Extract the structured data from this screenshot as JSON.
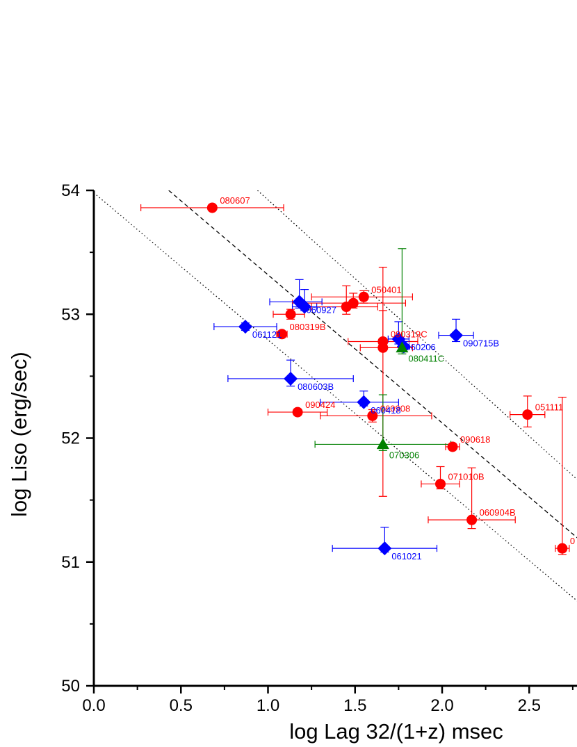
{
  "chart_data": {
    "type": "scatter",
    "xlabel": "log Lag 32/(1+z)  msec",
    "ylabel": "log Liso (erg/sec)",
    "xlim": [
      0.0,
      2.78
    ],
    "ylim": [
      50,
      54
    ],
    "x_ticks": [
      "0.0",
      "0.5",
      "1.0",
      "1.5",
      "2.0",
      "2.5"
    ],
    "y_ticks": [
      "50",
      "51",
      "52",
      "53",
      "54"
    ],
    "grid": false,
    "legend": "none",
    "reference_lines": [
      {
        "style": "dashed",
        "x1": 0.43,
        "y1": 54.0,
        "x2": 2.78,
        "y2": 51.19
      },
      {
        "style": "dotted",
        "x1": 0.0,
        "y1": 53.98,
        "x2": 2.78,
        "y2": 50.68
      },
      {
        "style": "dotted",
        "x1": 0.94,
        "y1": 54.0,
        "x2": 2.78,
        "y2": 51.66
      }
    ],
    "series": [
      {
        "color": "#ff0000",
        "marker": "circle",
        "points": [
          {
            "label": "080607",
            "x": 0.68,
            "y": 53.86,
            "xerr": [
              0.41,
              0.41
            ],
            "yerr": [
              0.02,
              0.02
            ]
          },
          {
            "label": "050401",
            "x": 1.55,
            "y": 53.14,
            "xerr": [
              0.3,
              0.28
            ],
            "yerr": [
              0.05,
              0.05
            ]
          },
          {
            "label": "",
            "x": 1.49,
            "y": 53.09,
            "xerr": [
              0.35,
              0.3
            ],
            "yerr": [
              0.04,
              0.08
            ]
          },
          {
            "label": "",
            "x": 1.45,
            "y": 53.06,
            "xerr": [
              0.2,
              0.18
            ],
            "yerr": [
              0.06,
              0.17
            ]
          },
          {
            "label": "",
            "x": 1.13,
            "y": 53.0,
            "xerr": [
              0.1,
              0.08
            ],
            "yerr": [
              0.04,
              0.04
            ]
          },
          {
            "label": "080319B",
            "x": 1.08,
            "y": 52.84,
            "xerr": [
              0.03,
              0.03
            ],
            "yerr": [
              0.02,
              0.02
            ]
          },
          {
            "label": "090319C",
            "x": 1.66,
            "y": 52.78,
            "xerr": [
              0.2,
              0.2
            ],
            "yerr": [
              0.06,
              0.6
            ]
          },
          {
            "label": "",
            "x": 1.66,
            "y": 52.73,
            "xerr": [
              0.13,
              0.17
            ],
            "yerr": [
              1.2,
              0.3
            ]
          },
          {
            "label": "090424",
            "x": 1.17,
            "y": 52.21,
            "xerr": [
              0.17,
              0.17
            ],
            "yerr": [
              0.02,
              0.02
            ]
          },
          {
            "label": "060908",
            "x": 1.6,
            "y": 52.18,
            "xerr": [
              0.3,
              0.34
            ],
            "yerr": [
              0.05,
              0.05
            ]
          },
          {
            "label": "090618",
            "x": 2.06,
            "y": 51.93,
            "xerr": [
              0.04,
              0.04
            ],
            "yerr": [
              0.02,
              0.02
            ]
          },
          {
            "label": "071010B",
            "x": 1.99,
            "y": 51.63,
            "xerr": [
              0.11,
              0.11
            ],
            "yerr": [
              0.04,
              0.14
            ]
          },
          {
            "label": "060904B",
            "x": 2.17,
            "y": 51.34,
            "xerr": [
              0.25,
              0.25
            ],
            "yerr": [
              0.07,
              0.42
            ]
          },
          {
            "label": "051111",
            "x": 2.49,
            "y": 52.19,
            "xerr": [
              0.1,
              0.1
            ],
            "yerr": [
              0.1,
              0.15
            ]
          },
          {
            "label": "0",
            "x": 2.69,
            "y": 51.11,
            "xerr": [
              0.04,
              0.04
            ],
            "yerr": [
              0.05,
              1.22
            ]
          }
        ]
      },
      {
        "color": "#0000ff",
        "marker": "diamond",
        "points": [
          {
            "label": "060927",
            "x": 1.18,
            "y": 53.1,
            "xerr": [
              0.17,
              0.13
            ],
            "yerr": [
              0.05,
              0.18
            ]
          },
          {
            "label": "",
            "x": 1.21,
            "y": 53.06,
            "xerr": [
              0.07,
              0.07
            ],
            "yerr": [
              0.03,
              0.14
            ]
          },
          {
            "label": "061121",
            "x": 0.87,
            "y": 52.9,
            "xerr": [
              0.18,
              0.18
            ],
            "yerr": [
              0.03,
              0.03
            ]
          },
          {
            "label": "060206",
            "x": 1.75,
            "y": 52.8,
            "xerr": [
              0.06,
              0.06
            ],
            "yerr": [
              0.04,
              0.14
            ]
          },
          {
            "label": "",
            "x": 1.78,
            "y": 52.74,
            "xerr": [
              0.03,
              0.03
            ],
            "yerr": [
              0.02,
              0.04
            ]
          },
          {
            "label": "090715B",
            "x": 2.08,
            "y": 52.83,
            "xerr": [
              0.1,
              0.1
            ],
            "yerr": [
              0.05,
              0.13
            ]
          },
          {
            "label": "080603B",
            "x": 1.13,
            "y": 52.48,
            "xerr": [
              0.36,
              0.36
            ],
            "yerr": [
              0.06,
              0.15
            ]
          },
          {
            "label": "060418",
            "x": 1.55,
            "y": 52.29,
            "xerr": [
              0.25,
              0.2
            ],
            "yerr": [
              0.03,
              0.09
            ]
          },
          {
            "label": "061021",
            "x": 1.67,
            "y": 51.11,
            "xerr": [
              0.3,
              0.3
            ],
            "yerr": [
              0.03,
              0.17
            ]
          }
        ]
      },
      {
        "color": "#008000",
        "marker": "triangle",
        "points": [
          {
            "label": "080411C",
            "x": 1.77,
            "y": 52.73,
            "xerr": [
              0.0,
              0.0
            ],
            "yerr": [
              0.05,
              0.8
            ]
          },
          {
            "label": "070306",
            "x": 1.66,
            "y": 51.95,
            "xerr": [
              0.39,
              0.39
            ],
            "yerr": [
              0.05,
              0.4
            ]
          }
        ]
      }
    ]
  }
}
